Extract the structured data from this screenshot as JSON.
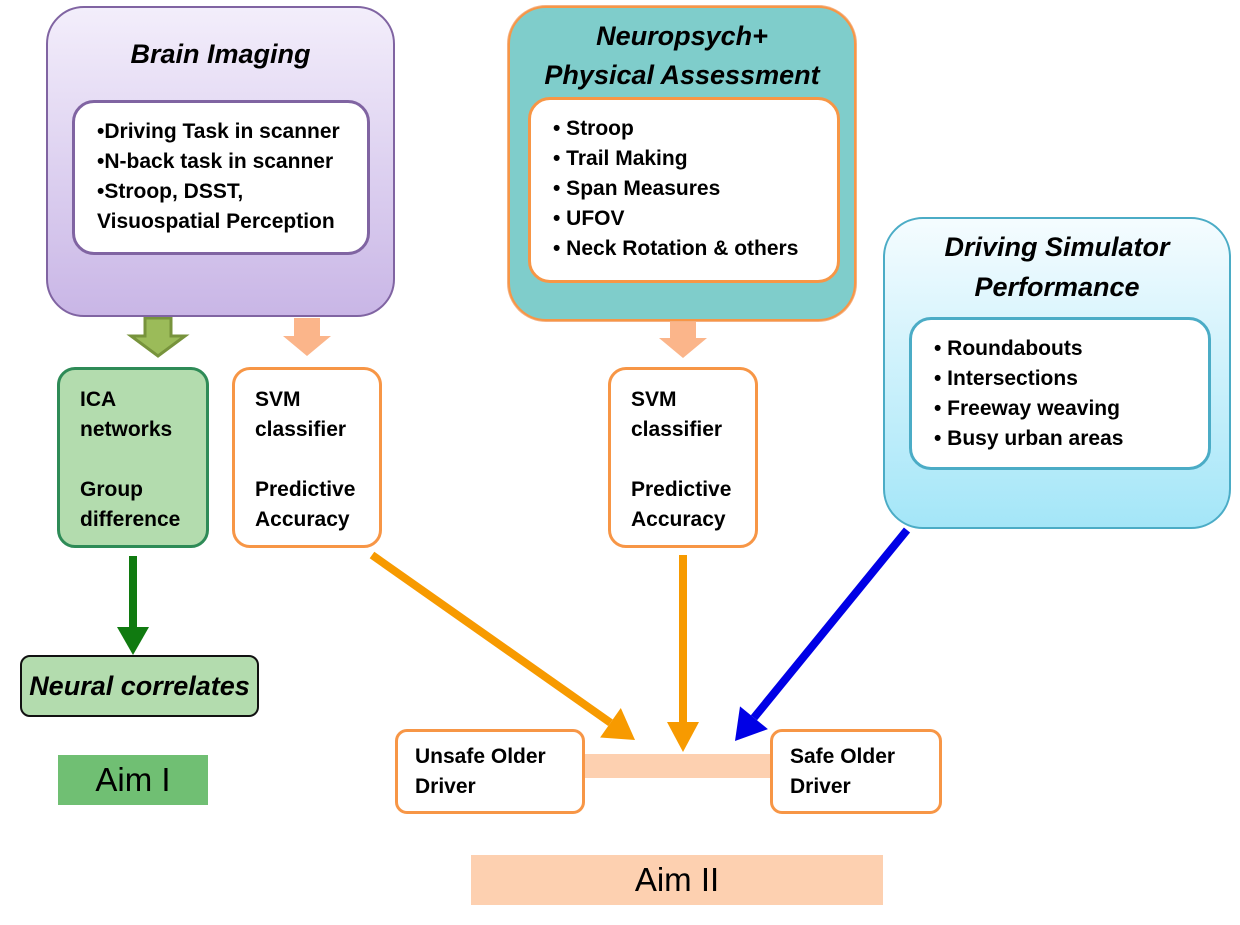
{
  "brain_imaging": {
    "title": "Brain Imaging",
    "items": [
      "•Driving Task in scanner",
      "•N-back task in scanner",
      "•Stroop, DSST,",
      "Visuospatial Perception"
    ]
  },
  "neuropsych": {
    "title_line1": "Neuropsych+",
    "title_line2": "Physical Assessment",
    "items": [
      "• Stroop",
      "• Trail Making",
      "• Span Measures",
      "• UFOV",
      "• Neck Rotation & others"
    ]
  },
  "simulator": {
    "title_line1": "Driving Simulator",
    "title_line2": "Performance",
    "items": [
      "• Roundabouts",
      "• Intersections",
      "• Freeway weaving",
      "• Busy urban areas"
    ]
  },
  "ica": {
    "line1": "ICA",
    "line2": "networks",
    "line3": "Group",
    "line4": "difference"
  },
  "svm_left": {
    "line1": "SVM",
    "line2": "classifier",
    "line3": "Predictive",
    "line4": "Accuracy"
  },
  "svm_right": {
    "line1": "SVM",
    "line2": "classifier",
    "line3": "Predictive",
    "line4": "Accuracy"
  },
  "neural_correlates": "Neural correlates",
  "aim1": "Aim I",
  "aim2": "Aim II",
  "unsafe": {
    "line1": "Unsafe Older",
    "line2": "Driver"
  },
  "safe": {
    "line1": "Safe Older",
    "line2": "Driver"
  },
  "colors": {
    "purple_border": "#8064a2",
    "teal": "#7fcdcb",
    "orange": "#f79646",
    "green_border": "#2e8b57",
    "green_fill": "#b3dcae",
    "blue_border": "#4bacc6",
    "arrow_orange": "#f79a00",
    "arrow_green": "#107a10",
    "arrow_blue": "#0000e6",
    "peach": "#fdd0b0"
  }
}
